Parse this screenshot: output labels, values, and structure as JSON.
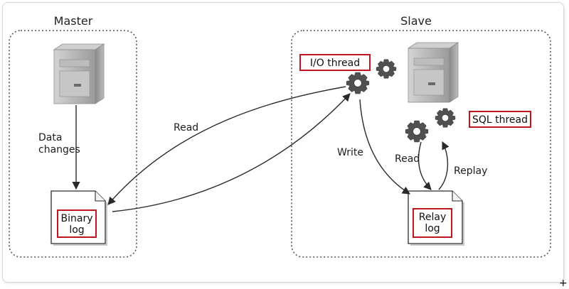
{
  "master": {
    "title": "Master",
    "data_changes_label": [
      "Data",
      "changes"
    ],
    "binary_log_label": [
      "Binary",
      "log"
    ]
  },
  "slave": {
    "title": "Slave",
    "io_thread_label": "I/O thread",
    "sql_thread_label": "SQL thread",
    "relay_log_label": [
      "Relay",
      "log"
    ]
  },
  "edges": {
    "read_master": "Read",
    "write": "Write",
    "read_relay": "Read",
    "replay": "Replay"
  },
  "colors": {
    "highlight_border": "#c0141e",
    "panel_border": "#555555",
    "server": "#a9a9a9",
    "gear": "#4f4f4f"
  }
}
